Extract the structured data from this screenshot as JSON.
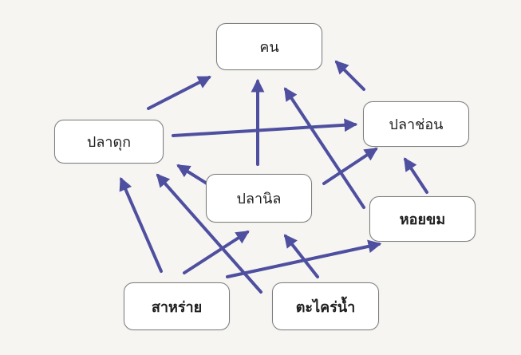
{
  "nodes": {
    "khon": "คน",
    "pladuk": "ปลาดุก",
    "plachon": "ปลาช่อน",
    "planil": "ปลานิล",
    "hoisom": "หอยขม",
    "sarai": "สาหร่าย",
    "takrai": "ตะไคร่น้ำ"
  },
  "edges": [
    {
      "from": "pladuk",
      "to": "khon"
    },
    {
      "from": "planil",
      "to": "khon"
    },
    {
      "from": "plachon",
      "to": "khon"
    },
    {
      "from": "hoisom",
      "to": "khon"
    },
    {
      "from": "pladuk",
      "to": "plachon"
    },
    {
      "from": "planil",
      "to": "plachon"
    },
    {
      "from": "hoisom",
      "to": "plachon"
    },
    {
      "from": "planil",
      "to": "pladuk"
    },
    {
      "from": "sarai",
      "to": "pladuk"
    },
    {
      "from": "takrai",
      "to": "pladuk"
    },
    {
      "from": "sarai",
      "to": "planil"
    },
    {
      "from": "takrai",
      "to": "planil"
    },
    {
      "from": "sarai",
      "to": "hoisom"
    }
  ],
  "colors": {
    "arrow": "#4f4fa0",
    "node_border": "#7d7d7d",
    "background": "#f6f5f2"
  }
}
